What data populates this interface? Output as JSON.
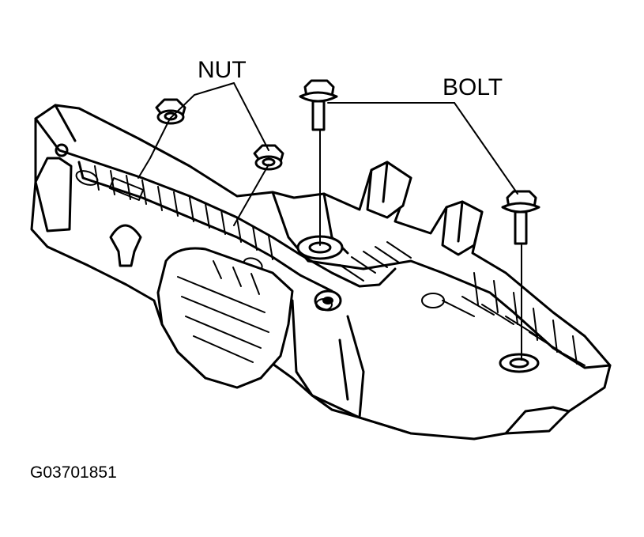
{
  "labels": {
    "nut": "NUT",
    "bolt": "BOLT"
  },
  "figure_code": "G03701851",
  "colors": {
    "ink": "#000000",
    "paper": "#ffffff"
  },
  "parts": [
    "engine-cover",
    "nut",
    "nut",
    "bolt",
    "bolt"
  ]
}
